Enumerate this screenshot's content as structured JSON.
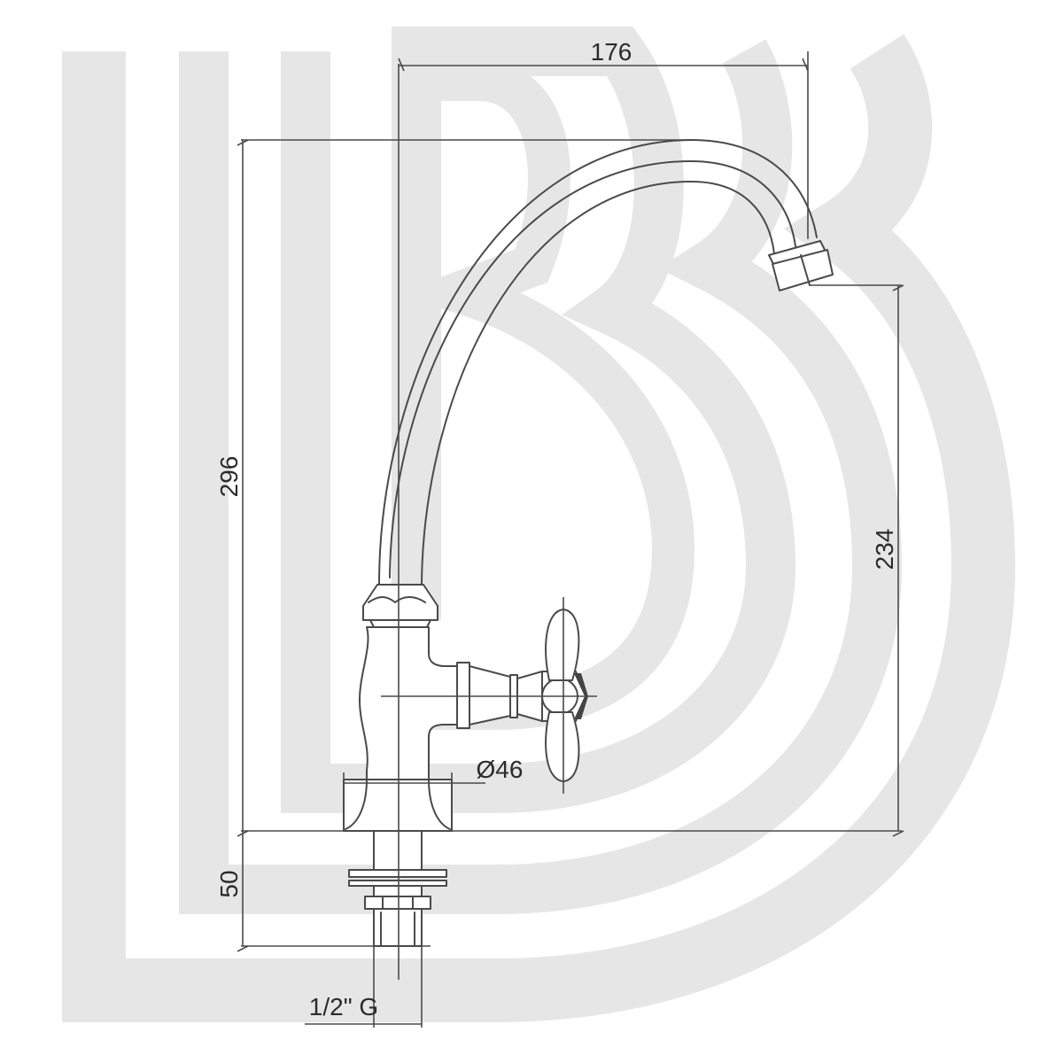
{
  "drawing": {
    "watermark_color": "#e6e6e6",
    "line_color": "#4a4a4a",
    "dimensions": {
      "spout_reach": "176",
      "total_height": "296",
      "spout_height": "234",
      "base_diameter": "Ø46",
      "shank_length": "50",
      "thread": "1/2\" G"
    }
  }
}
